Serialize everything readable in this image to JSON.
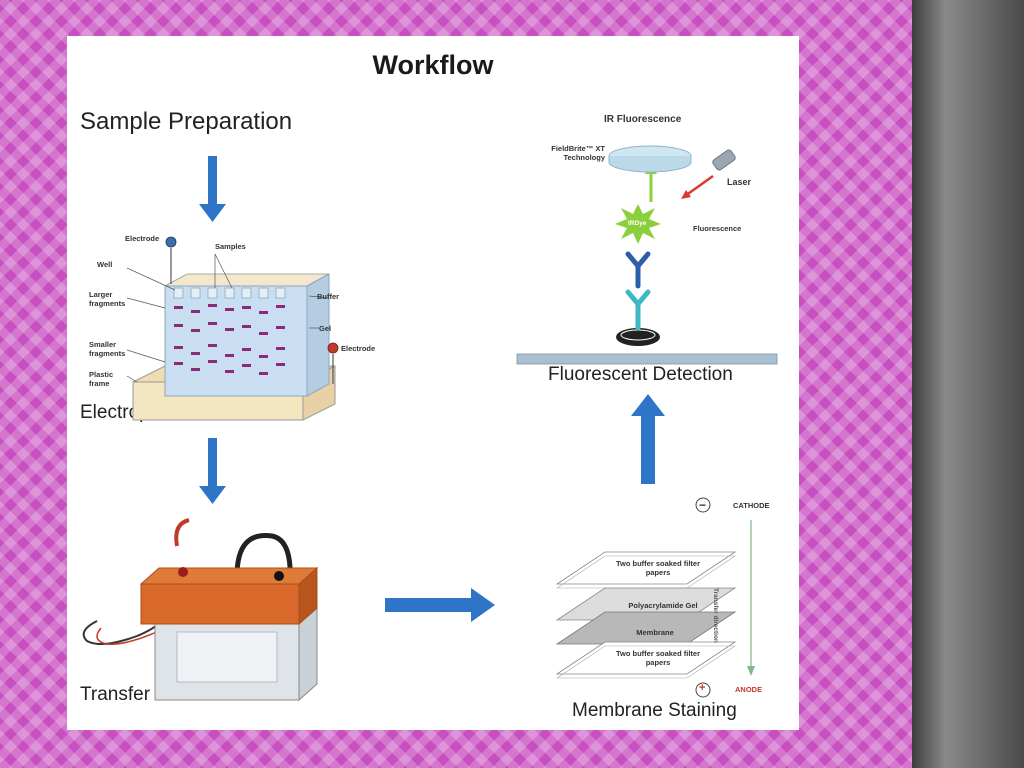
{
  "slide": {
    "title": "Workflow",
    "steps": {
      "sample_preparation": "Sample Preparation",
      "electrophoresis": "Electrophoresis",
      "transfer": "Transfer",
      "membrane_staining": "Membrane Staining",
      "fluorescent_detection": "Fluorescent Detection"
    },
    "electrophoresis_labels": {
      "electrode_top": "Electrode",
      "samples": "Samples",
      "well": "Well",
      "buffer": "Buffer",
      "larger_fragments": "Larger fragments",
      "gel": "Gel",
      "smaller_fragments": "Smaller fragments",
      "electrode_right": "Electrode",
      "plastic_frame": "Plastic frame"
    },
    "detection_labels": {
      "ir_fluorescence": "IR Fluorescence",
      "technology": "FieldBrite™ XT Technology",
      "laser": "Laser",
      "irdye": "IRDye",
      "fluorescence": "Fluorescence"
    },
    "stack_labels": {
      "cathode_symbol": "−",
      "cathode": "CATHODE",
      "top_filter": "Two buffer soaked filter papers",
      "gel": "Polyacrylamide Gel",
      "membrane": "Membrane",
      "bottom_filter": "Two buffer soaked filter papers",
      "transfer_direction": "Transfer direction",
      "anode_symbol": "+",
      "anode": "ANODE"
    }
  },
  "colors": {
    "arrow": "#2e75c7",
    "background_pink": "#c84fc0",
    "sidebar_gray": "#6a6a6a",
    "gel_blue": "#c9def0",
    "band_purple": "#8a2a7a",
    "tank_orange": "#d9692a",
    "membrane_bar": "#a9bfd0"
  }
}
